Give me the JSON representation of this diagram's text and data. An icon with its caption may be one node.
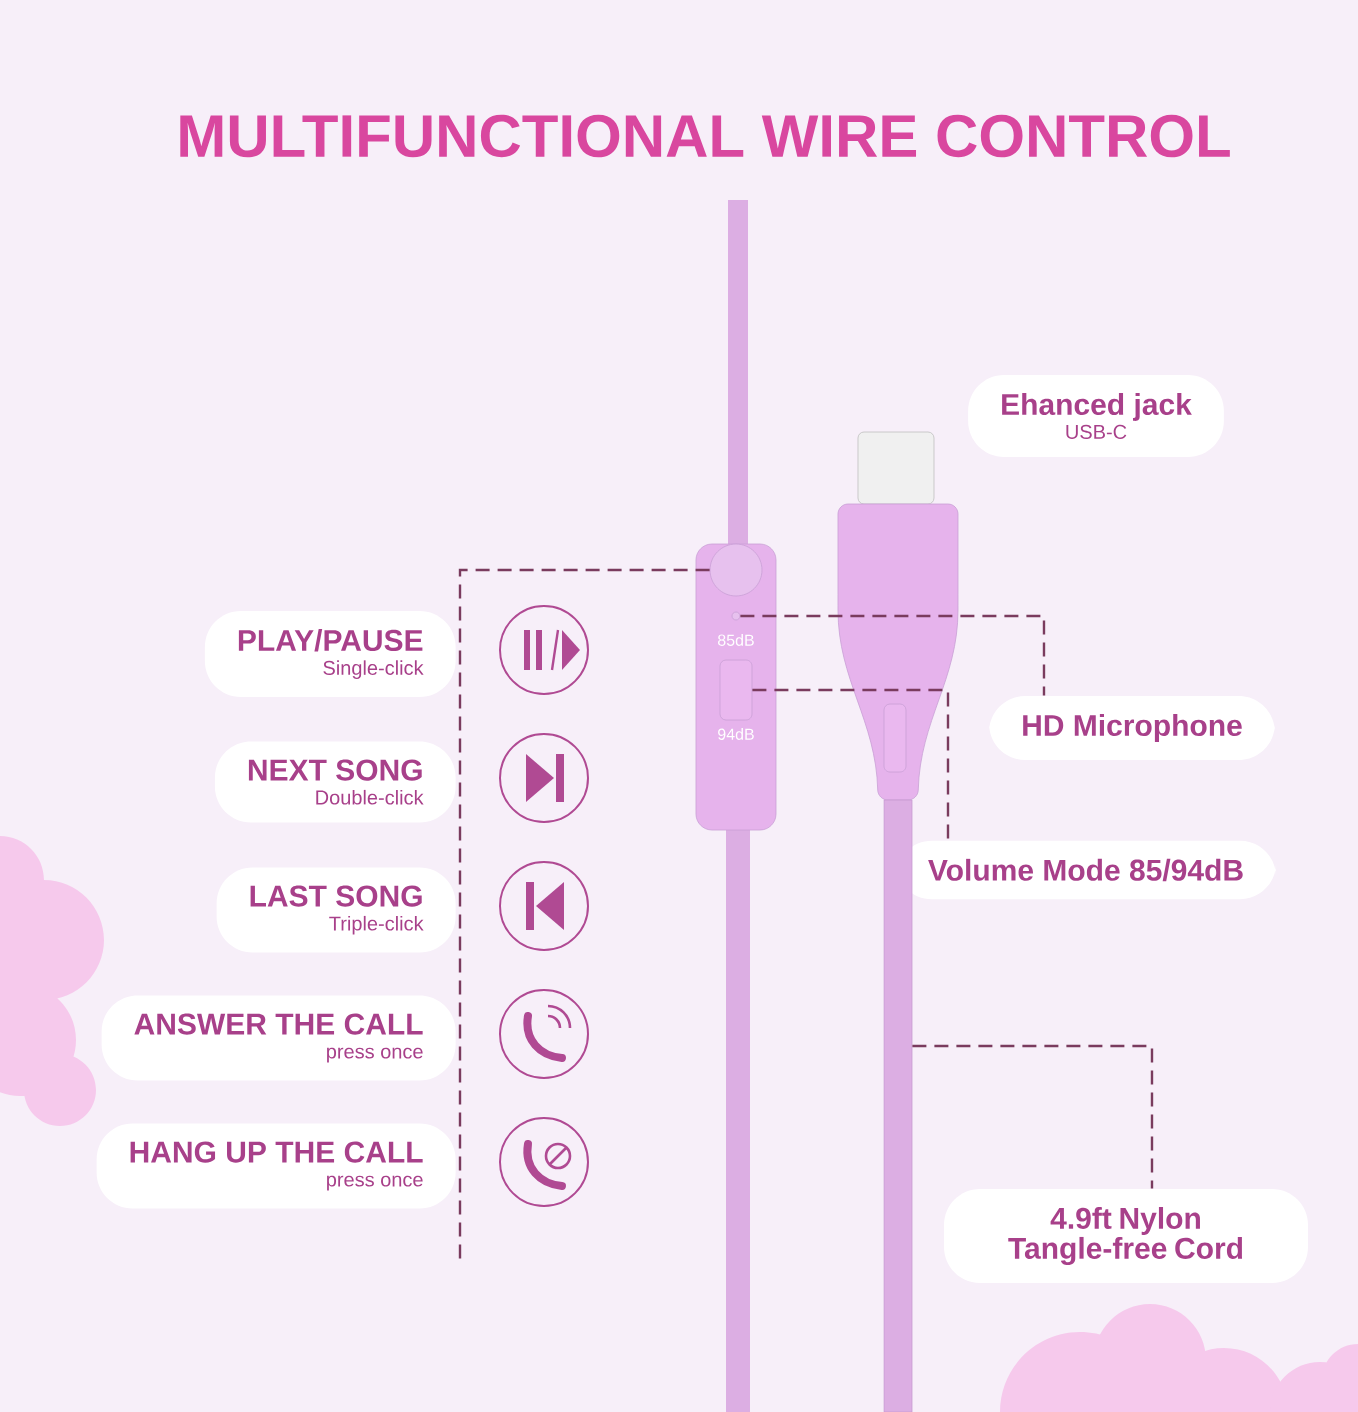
{
  "diagram": {
    "title": "MULTIFUNCTIONAL WIRE CONTROL",
    "nodes": [
      {
        "text": [
          "Ehanced jack",
          "USB-C"
        ]
      },
      {
        "text": [
          "PLAY/PAUSE",
          "Single-click"
        ]
      },
      {
        "text": [
          "NEXT SONG",
          "Double-click"
        ]
      },
      {
        "text": [
          "LAST SONG",
          "Triple-click"
        ]
      },
      {
        "text": [
          "ANSWER THE CALL",
          "press once"
        ]
      },
      {
        "text": [
          "HANG UP THE CALL",
          "press once"
        ]
      },
      {
        "text": [
          "HD Microphone"
        ]
      },
      {
        "text": [
          "Volume Mode 85/94dB"
        ]
      },
      {
        "text": [
          "4.9ft Nylon Tangle-free Cord"
        ]
      },
      {
        "text": [],
        "shape": "circle"
      },
      {
        "text": [],
        "shape": "circle"
      },
      {
        "text": [],
        "shape": "box"
      },
      {
        "text": [],
        "shape": "bar"
      }
    ],
    "edges": [
      {
        "from": 9,
        "to": null,
        "arrow": "none",
        "style": "dashed"
      },
      {
        "from": 10,
        "to": 6,
        "arrow": "none",
        "style": "dashed"
      },
      {
        "from": 11,
        "to": 7,
        "arrow": "none",
        "style": "dashed"
      },
      {
        "from": 12,
        "to": 8,
        "arrow": "none",
        "style": "dashed"
      }
    ],
    "labels": [
      "85dB",
      "94dB"
    ]
  }
}
